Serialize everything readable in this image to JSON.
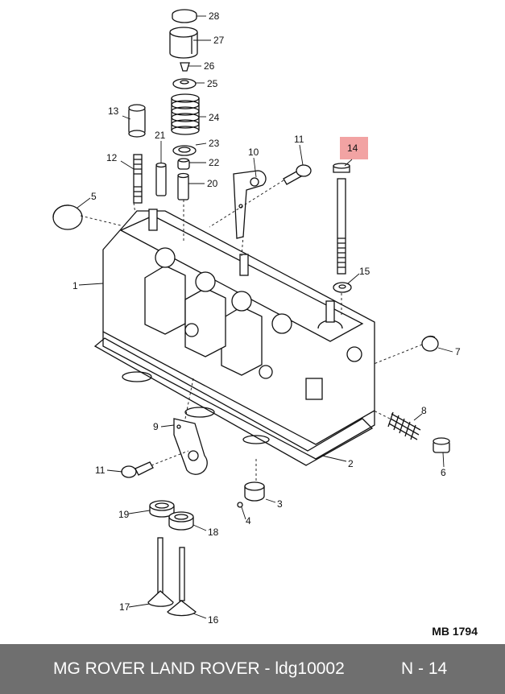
{
  "diagram": {
    "callouts": [
      {
        "id": "28",
        "label": "28"
      },
      {
        "id": "27",
        "label": "27"
      },
      {
        "id": "26",
        "label": "26"
      },
      {
        "id": "25",
        "label": "25"
      },
      {
        "id": "24",
        "label": "24"
      },
      {
        "id": "23",
        "label": "23"
      },
      {
        "id": "22",
        "label": "22"
      },
      {
        "id": "21",
        "label": "21"
      },
      {
        "id": "20",
        "label": "20"
      },
      {
        "id": "13",
        "label": "13"
      },
      {
        "id": "12",
        "label": "12"
      },
      {
        "id": "5",
        "label": "5"
      },
      {
        "id": "1",
        "label": "1"
      },
      {
        "id": "10",
        "label": "10"
      },
      {
        "id": "11a",
        "label": "11"
      },
      {
        "id": "14",
        "label": "14"
      },
      {
        "id": "15",
        "label": "15"
      },
      {
        "id": "7",
        "label": "7"
      },
      {
        "id": "8",
        "label": "8"
      },
      {
        "id": "6",
        "label": "6"
      },
      {
        "id": "2",
        "label": "2"
      },
      {
        "id": "9",
        "label": "9"
      },
      {
        "id": "11b",
        "label": "11"
      },
      {
        "id": "3",
        "label": "3"
      },
      {
        "id": "4",
        "label": "4"
      },
      {
        "id": "19",
        "label": "19"
      },
      {
        "id": "18",
        "label": "18"
      },
      {
        "id": "17",
        "label": "17"
      },
      {
        "id": "16",
        "label": "16"
      }
    ],
    "highlight_color": "#f2a3a3",
    "reference_code": "MB 1794"
  },
  "footer": {
    "title": "MG ROVER LAND ROVER - ldg10002",
    "code": "N - 14",
    "background": "#6f6f6f"
  }
}
